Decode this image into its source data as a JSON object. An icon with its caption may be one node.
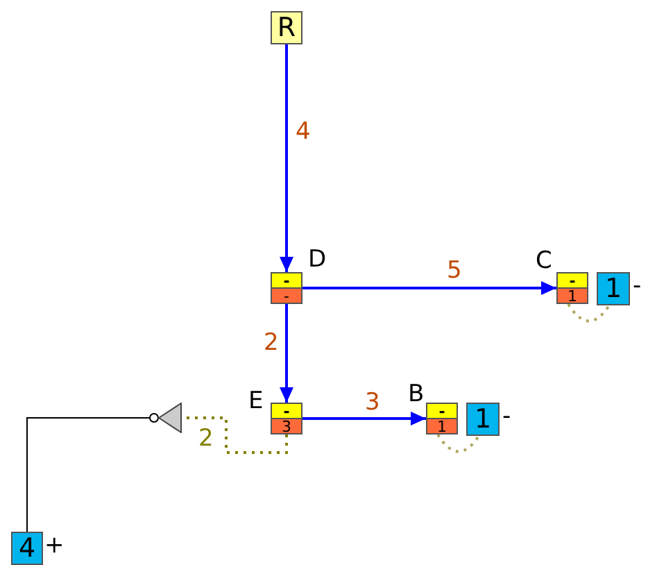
{
  "diagram": {
    "nodes": [
      {
        "text": [
          "R"
        ]
      },
      {
        "text": [
          "-",
          "-"
        ],
        "beside": [
          "D"
        ]
      },
      {
        "text": [
          "-",
          "1"
        ],
        "beside": [
          "C"
        ]
      },
      {
        "text": [
          "1"
        ],
        "beside": [
          "-"
        ]
      },
      {
        "text": [
          "-",
          "3"
        ],
        "beside": [
          "E"
        ]
      },
      {
        "text": [
          "-",
          "1"
        ],
        "beside": [
          "B"
        ]
      },
      {
        "text": [
          "1"
        ],
        "beside": [
          "-"
        ]
      },
      {
        "text": [],
        "shape": "triangle"
      },
      {
        "text": [
          "4"
        ],
        "beside": [
          "+"
        ]
      }
    ],
    "edges": [
      {
        "from": 0,
        "to": 1,
        "arrow": "to",
        "label": "4"
      },
      {
        "from": 1,
        "to": 2,
        "arrow": "to",
        "label": "5"
      },
      {
        "from": 1,
        "to": 4,
        "arrow": "to",
        "label": "2"
      },
      {
        "from": 4,
        "to": 5,
        "arrow": "to",
        "label": "3"
      },
      {
        "from": 4,
        "to": 7,
        "arrow": "none",
        "label": "2",
        "style": "dashed",
        "color": "#808000"
      },
      {
        "from": 8,
        "to": 7,
        "arrow": "other",
        "color": "#000000"
      },
      {
        "from": 2,
        "to": 3,
        "arrow": "none",
        "style": "dashed",
        "color": "#b0a860"
      },
      {
        "from": 5,
        "to": 6,
        "arrow": "none",
        "style": "dashed",
        "color": "#b0a860"
      }
    ]
  }
}
